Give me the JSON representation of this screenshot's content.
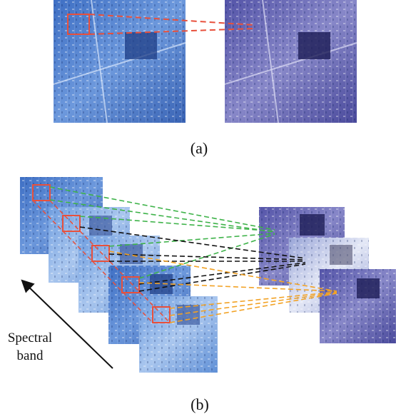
{
  "panel_a": {
    "label": "(a)"
  },
  "panel_b": {
    "label": "(b)",
    "axis_label_line1": "Spectral",
    "axis_label_line2": "band"
  },
  "colors": {
    "tile_blue": "#4f7fcf",
    "tile_purple": "#6a6ab8",
    "highlight_red": "#e8503c",
    "link_green": "#3fb34a",
    "link_black": "#111111",
    "link_orange": "#f2a225",
    "link_red": "#e8503c"
  }
}
